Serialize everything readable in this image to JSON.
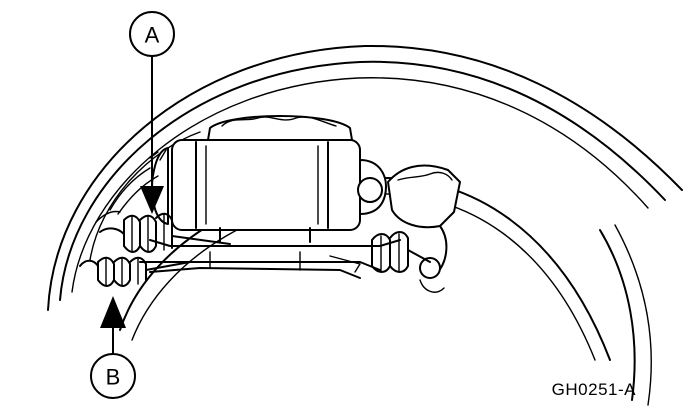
{
  "callouts": [
    {
      "id": "A",
      "text": "A"
    },
    {
      "id": "B",
      "text": "B"
    }
  ],
  "figure_code": "GH0251-A",
  "colors": {
    "ink": "#000000",
    "paper": "#ffffff"
  }
}
